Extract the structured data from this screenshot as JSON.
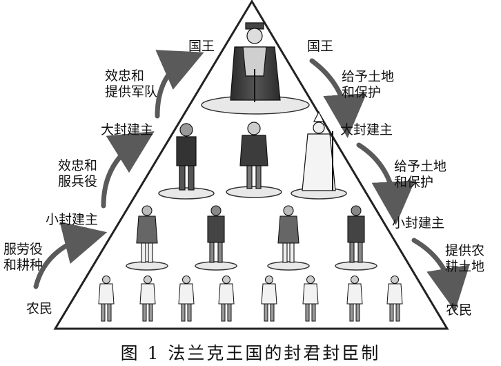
{
  "diagram": {
    "tiers": [
      {
        "left": "国王",
        "right": "国王"
      },
      {
        "left": "大封建主",
        "right": "大封建主"
      },
      {
        "left": "小封建主",
        "right": "小封建主"
      },
      {
        "left": "农民",
        "right": "农民"
      }
    ],
    "obligations_up": [
      {
        "text": "效忠和\n提供军队"
      },
      {
        "text": "效忠和\n服兵役"
      },
      {
        "text": "服劳役\n和耕种"
      }
    ],
    "grants_down": [
      {
        "text": "给予土地\n和保护"
      },
      {
        "text": "给予土地\n和保护"
      },
      {
        "text": "提供农\n耕土地"
      }
    ],
    "figures": {
      "king": 1,
      "great_lords": 3,
      "lesser_lords": 4,
      "peasants": 8
    },
    "caption": "图 1   法兰克王国的封君封臣制"
  }
}
